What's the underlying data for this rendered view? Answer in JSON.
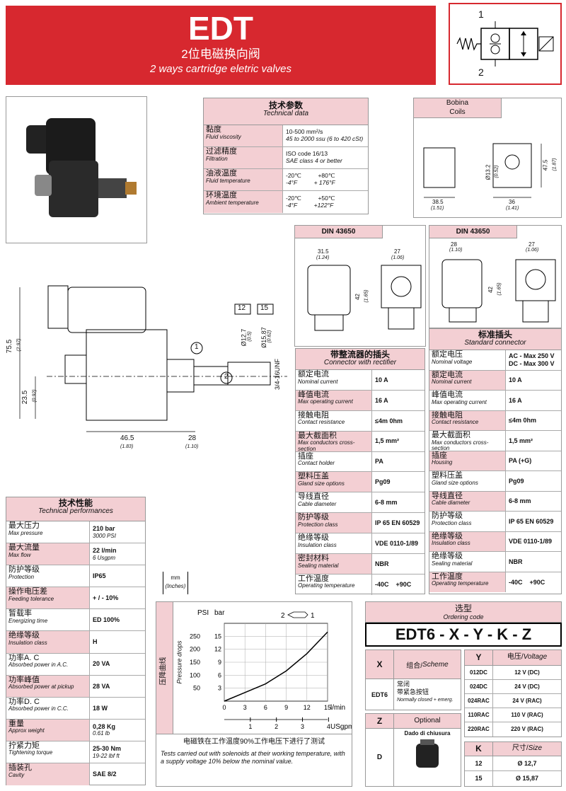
{
  "header": {
    "title": "EDT",
    "subtitle_cn": "2位电磁换向阀",
    "subtitle_en": "2 ways cartridge eletric valves"
  },
  "symbol": {
    "port1": "1",
    "port2": "2"
  },
  "tech_data": {
    "title_cn": "技术参数",
    "title_en": "Technical data",
    "rows": [
      {
        "cn": "黏度",
        "en": "Fluid viscosity",
        "v1": "10-500 mm²/s",
        "v2": "45 to 2000 ssu (6 to 420 cSt)"
      },
      {
        "cn": "过滤精度",
        "en": "Filtration",
        "v1": "ISO code 16/13",
        "v2": "SAE class 4 or better"
      },
      {
        "cn": "油液温度",
        "en": "Fluid temperature",
        "v1": "-20℃          +80℃",
        "v2": "-4°F          + 176°F"
      },
      {
        "cn": "环境温度",
        "en": "Ambient temperature",
        "v1": "-20℃          +50℃",
        "v2": "-4°F          +122°F"
      }
    ]
  },
  "coils": {
    "title": "Bobina",
    "title_en": "Coils",
    "dim_w": "38.5",
    "dim_w_in": "(1.51)",
    "dim_w2": "36",
    "dim_w2_in": "(1.41)",
    "dim_d": "Ø13.2",
    "dim_d_in": "(0.52)",
    "dim_h": "47.5",
    "dim_h_in": "(1.87)"
  },
  "din1": {
    "title": "DIN 43650",
    "d1": "31.5",
    "d1_in": "(1.24)",
    "d2": "27",
    "d2_in": "(1.06)",
    "h": "42",
    "h_in": "(1.65)"
  },
  "din2": {
    "title": "DIN 43650",
    "d1": "28",
    "d1_in": "(1.10)",
    "d2": "27",
    "d2_in": "(1.06)",
    "h": "42",
    "h_in": "(1.65)"
  },
  "drawing": {
    "h1": "75.5",
    "h1_in": "(2.97)",
    "h2": "23.5",
    "h2_in": "(0.92)",
    "w1": "46.5",
    "w1_in": "(1.83)",
    "w2": "28",
    "w2_in": "(1.10)",
    "box1": "12",
    "box2": "15",
    "d1": "Ø12.7",
    "d1_in": "(0.5)",
    "d2": "Ø15.87",
    "d2_in": "(0.62)",
    "thread": "3/4-16UNF",
    "c1": "1",
    "c2": "2"
  },
  "units": {
    "mm": "mm",
    "inches": "(Inches)"
  },
  "rectifier": {
    "title_cn": "带整流器的插头",
    "title_en": "Connector with rectifier",
    "rows": [
      {
        "cn": "额定电流",
        "en": "Nominal current",
        "v": "10 A",
        "p": false
      },
      {
        "cn": "峰值电流",
        "en": "Max operating current",
        "v": "16 A",
        "p": true
      },
      {
        "cn": "接触电阻",
        "en": "Contact resistance",
        "v": "≤4m 0hm",
        "p": false
      },
      {
        "cn": "最大截面积",
        "en": "Max conductors cross-section",
        "v": "1,5 mm²",
        "p": true
      },
      {
        "cn": "插座",
        "en": "Contact holder",
        "v": "PA",
        "p": false
      },
      {
        "cn": "塑料压盖",
        "en": "Gland size options",
        "v": "Pg09",
        "p": true
      },
      {
        "cn": "导线直径",
        "en": "Cable diameter",
        "v": "6-8 mm",
        "p": false
      },
      {
        "cn": "防护等级",
        "en": "Protection class",
        "v": "IP 65 EN 60529",
        "p": true
      },
      {
        "cn": "绝缘等级",
        "en": "Insulation class",
        "v": "VDE 0110-1/89",
        "p": false
      },
      {
        "cn": "密封材料",
        "en": "Sealing material",
        "v": "NBR",
        "p": true
      },
      {
        "cn": "工作温度",
        "en": "Operating temperature",
        "v": "-40C    +90C",
        "p": false
      }
    ]
  },
  "standard": {
    "title_cn": "标准插头",
    "title_en": "Standard connector",
    "rows": [
      {
        "cn": "额定电压",
        "en": "Nominal voltage",
        "v": "AC - Max 250 V",
        "v2": "DC - Max 300 V",
        "p": false
      },
      {
        "cn": "额定电流",
        "en": "Nominal current",
        "v": "10 A",
        "p": true
      },
      {
        "cn": "峰值电流",
        "en": "Max operating current",
        "v": "16 A",
        "p": false
      },
      {
        "cn": "接触电阻",
        "en": "Contact resistance",
        "v": "≤4m 0hm",
        "p": true
      },
      {
        "cn": "最大截面积",
        "en": "Max conductors cross-section",
        "v": "1,5 mm²",
        "p": false
      },
      {
        "cn": "插座",
        "en": "Housing",
        "v": "PA (+G)",
        "p": true
      },
      {
        "cn": "塑料压盖",
        "en": "Gland size options",
        "v": "Pg09",
        "p": false
      },
      {
        "cn": "导线直径",
        "en": "Cable diameter",
        "v": "6-8 mm",
        "p": true
      },
      {
        "cn": "防护等级",
        "en": "Protection class",
        "v": "IP 65 EN 60529",
        "p": false
      },
      {
        "cn": "绝缘等级",
        "en": "Insulation class",
        "v": "VDE 0110-1/89",
        "p": true
      },
      {
        "cn": "绝缘等级",
        "en": "Sealing material",
        "v": "NBR",
        "p": false
      },
      {
        "cn": "工作温度",
        "en": "Operating temperature",
        "v": "-40C    +90C",
        "p": true
      }
    ]
  },
  "performance": {
    "title_cn": "技术性能",
    "title_en": "Technical performances",
    "rows": [
      {
        "cn": "最大压力",
        "en": "Max pressure",
        "v": "210 bar",
        "v2": "3000 PSI",
        "p": false
      },
      {
        "cn": "最大流量",
        "en": "Max flow",
        "v": "22 l/min",
        "v2": "6 Usgpm",
        "p": true
      },
      {
        "cn": "防护等级",
        "en": "Protection",
        "v": "IP65",
        "v2": "",
        "p": false
      },
      {
        "cn": "操作电压差",
        "en": "Feeding tolerance",
        "v": "+ / - 10%",
        "v2": "",
        "p": true
      },
      {
        "cn": "暂载率",
        "en": "Energizing time",
        "v": "ED 100%",
        "v2": "",
        "p": false
      },
      {
        "cn": "绝缘等级",
        "en": "Insulation class",
        "v": "H",
        "v2": "",
        "p": true
      },
      {
        "cn": "功率A. C",
        "en": "Absorbed power in A.C.",
        "v": "20 VA",
        "v2": "",
        "p": false
      },
      {
        "cn": "功率峰值",
        "en": "Absorbed power at pickup",
        "v": "28 VA",
        "v2": "",
        "p": true
      },
      {
        "cn": "功率D. C",
        "en": "Absorbed power in C.C.",
        "v": "18 W",
        "v2": "",
        "p": false
      },
      {
        "cn": "重量",
        "en": "Approx weight",
        "v": "0,28 Kg",
        "v2": "0.61 lb",
        "p": true
      },
      {
        "cn": "拧紧力矩",
        "en": "Tightening torque",
        "v": "25-30 Nm",
        "v2": "19-22 lbf ft",
        "p": false
      },
      {
        "cn": "插装孔",
        "en": "Cavity",
        "v": "SAE 8/2",
        "v2": "",
        "p": true
      }
    ]
  },
  "chart_data": {
    "type": "line",
    "ylabel_cn": "压降曲线",
    "ylabel_en": "Pressure drops",
    "y_unit_psi": "PSI",
    "y_unit_bar": "bar",
    "x_unit_l": "l/min",
    "x_unit_g": "USgpm",
    "flow_label_left": "2",
    "flow_label_right": "1",
    "psi_ticks": [
      "250",
      "200",
      "150",
      "100",
      "50"
    ],
    "bar_ticks": [
      "15",
      "12",
      "9",
      "6",
      "3"
    ],
    "x_ticks": [
      "0",
      "3",
      "6",
      "9",
      "12",
      "15"
    ],
    "g_ticks": [
      "1",
      "2",
      "3",
      "4"
    ],
    "xlim": [
      0,
      15
    ],
    "ylim": [
      0,
      18
    ],
    "x": [
      0,
      3,
      6,
      9,
      12,
      15
    ],
    "y": [
      0,
      2,
      4,
      7,
      11,
      16
    ],
    "note_cn": "电磁铁在工作温度90%工作电压下进行了测试",
    "note_en": "Tests carried out with solenoids at their working temperature, with a supply voltage 10% below the nominal value."
  },
  "ordering": {
    "title_cn": "选型",
    "title_en": "Ordering code",
    "code": "EDT6 - X - Y - K - Z",
    "x_head": "X",
    "x_desc_cn": "组合/",
    "x_desc_en": "Scheme",
    "x_val": "EDT6",
    "x_val_cn1": "常闭",
    "x_val_cn2": "带紧急按钮",
    "x_val_en": "Normally closed + emerg.",
    "z_head": "Z",
    "z_desc": "Optional",
    "z_val": "D",
    "z_val_desc": "Dado di chiusura",
    "y_head": "Y",
    "y_desc_cn": "电压/",
    "y_desc_en": "Voltage",
    "y_rows": [
      {
        "c": "012DC",
        "v": "12 V (DC)"
      },
      {
        "c": "024DC",
        "v": "24 V (DC)"
      },
      {
        "c": "024RAC",
        "v": "24 V (RAC)"
      },
      {
        "c": "110RAC",
        "v": "110 V (RAC)"
      },
      {
        "c": "220RAC",
        "v": "220 V (RAC)"
      }
    ],
    "k_head": "K",
    "k_desc_cn": "尺寸/",
    "k_desc_en": "Size",
    "k_rows": [
      {
        "c": "12",
        "v": "Ø 12,7"
      },
      {
        "c": "15",
        "v": "Ø 15,87"
      }
    ]
  },
  "colors": {
    "red": "#d7282f",
    "pink": "#f3cfd3"
  }
}
